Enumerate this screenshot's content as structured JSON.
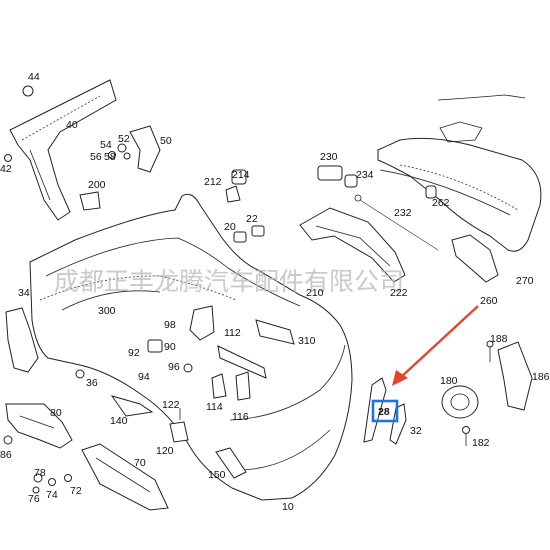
{
  "diagram": {
    "part_numbers": {
      "p44": "44",
      "p40": "40",
      "p42": "42",
      "p54": "54",
      "p52": "52",
      "p50": "50",
      "p56": "56",
      "p58": "58",
      "p200": "200",
      "p212": "212",
      "p214": "214",
      "p20": "20",
      "p22": "22",
      "p230": "230",
      "p234": "234",
      "p232": "232",
      "p262": "262",
      "p222": "222",
      "p260": "260",
      "p270": "270",
      "p34": "34",
      "p300": "300",
      "p210": "210",
      "p98": "98",
      "p112": "112",
      "p310": "310",
      "p92": "92",
      "p90": "90",
      "p36": "36",
      "p94": "94",
      "p96": "96",
      "p188": "188",
      "p186": "186",
      "p180": "180",
      "p80": "80",
      "p140": "140",
      "p122": "122",
      "p114": "114",
      "p116": "116",
      "p28": "28",
      "p32": "32",
      "p182": "182",
      "p120": "120",
      "p86": "86",
      "p70": "70",
      "p150": "150",
      "p78": "78",
      "p76": "76",
      "p74": "74",
      "p72": "72",
      "p10": "10"
    },
    "highlight": {
      "part": "28",
      "box_color": "#1a74e8",
      "arrow_color": "#e8432e"
    },
    "watermark": "成都正丰龙腾汽车配件有限公司"
  }
}
